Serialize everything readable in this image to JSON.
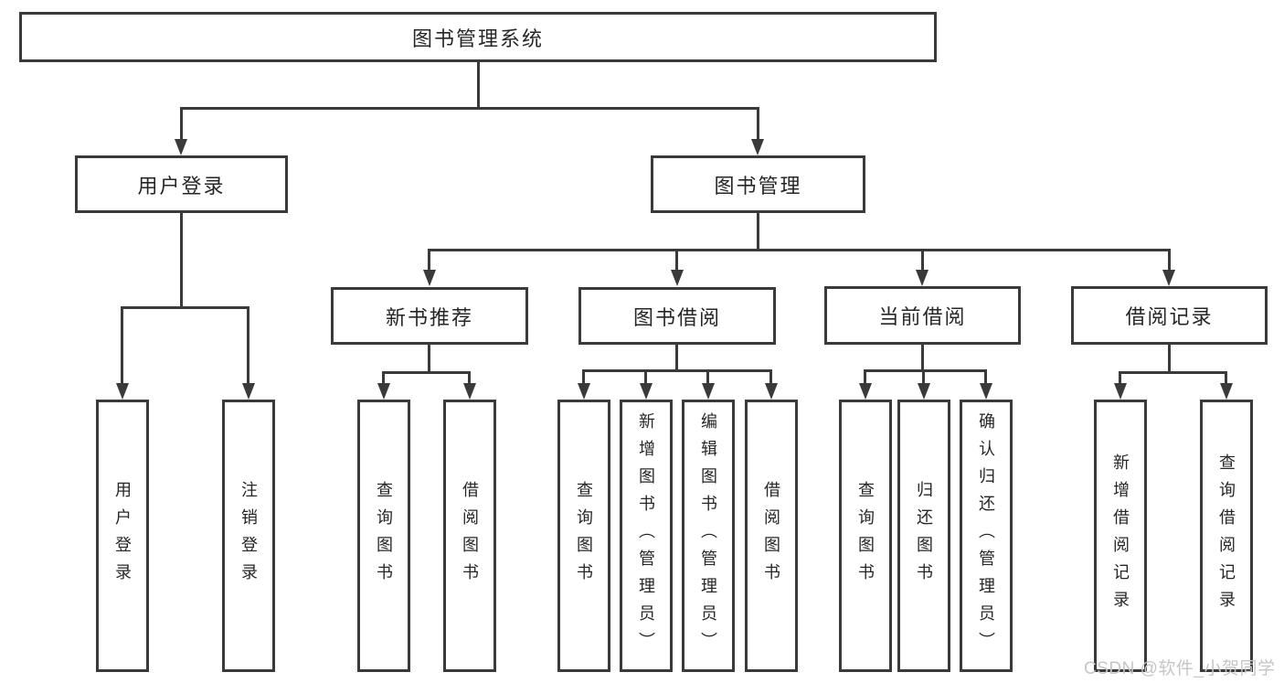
{
  "colors": {
    "line": "#3a3a3a",
    "text": "#262626",
    "watermark": "#c6c6c6",
    "background": "#ffffff"
  },
  "nodes": {
    "root": {
      "label": "图书管理系统"
    },
    "login": {
      "label": "用户登录"
    },
    "mgmt": {
      "label": "图书管理"
    },
    "newbook": {
      "label": "新书推荐"
    },
    "borrow": {
      "label": "图书借阅"
    },
    "current": {
      "label": "当前借阅"
    },
    "records": {
      "label": "借阅记录"
    },
    "login_c1": {
      "label": "用户登录"
    },
    "login_c2": {
      "label": "注销登录"
    },
    "newbook_c1": {
      "label": "查询图书"
    },
    "newbook_c2": {
      "label": "借阅图书"
    },
    "borrow_c1": {
      "label": "查询图书"
    },
    "borrow_c2": {
      "label": "新增图书（管理员）"
    },
    "borrow_c3": {
      "label": "编辑图书（管理员）"
    },
    "borrow_c4": {
      "label": "借阅图书"
    },
    "current_c1": {
      "label": "查询图书"
    },
    "current_c2": {
      "label": "归还图书"
    },
    "current_c3": {
      "label": "确认归还（管理员）"
    },
    "records_c1": {
      "label": "新增借阅记录"
    },
    "records_c2": {
      "label": "查询借阅记录"
    }
  },
  "watermark": {
    "text": "CSDN @软件_小贺同学"
  }
}
